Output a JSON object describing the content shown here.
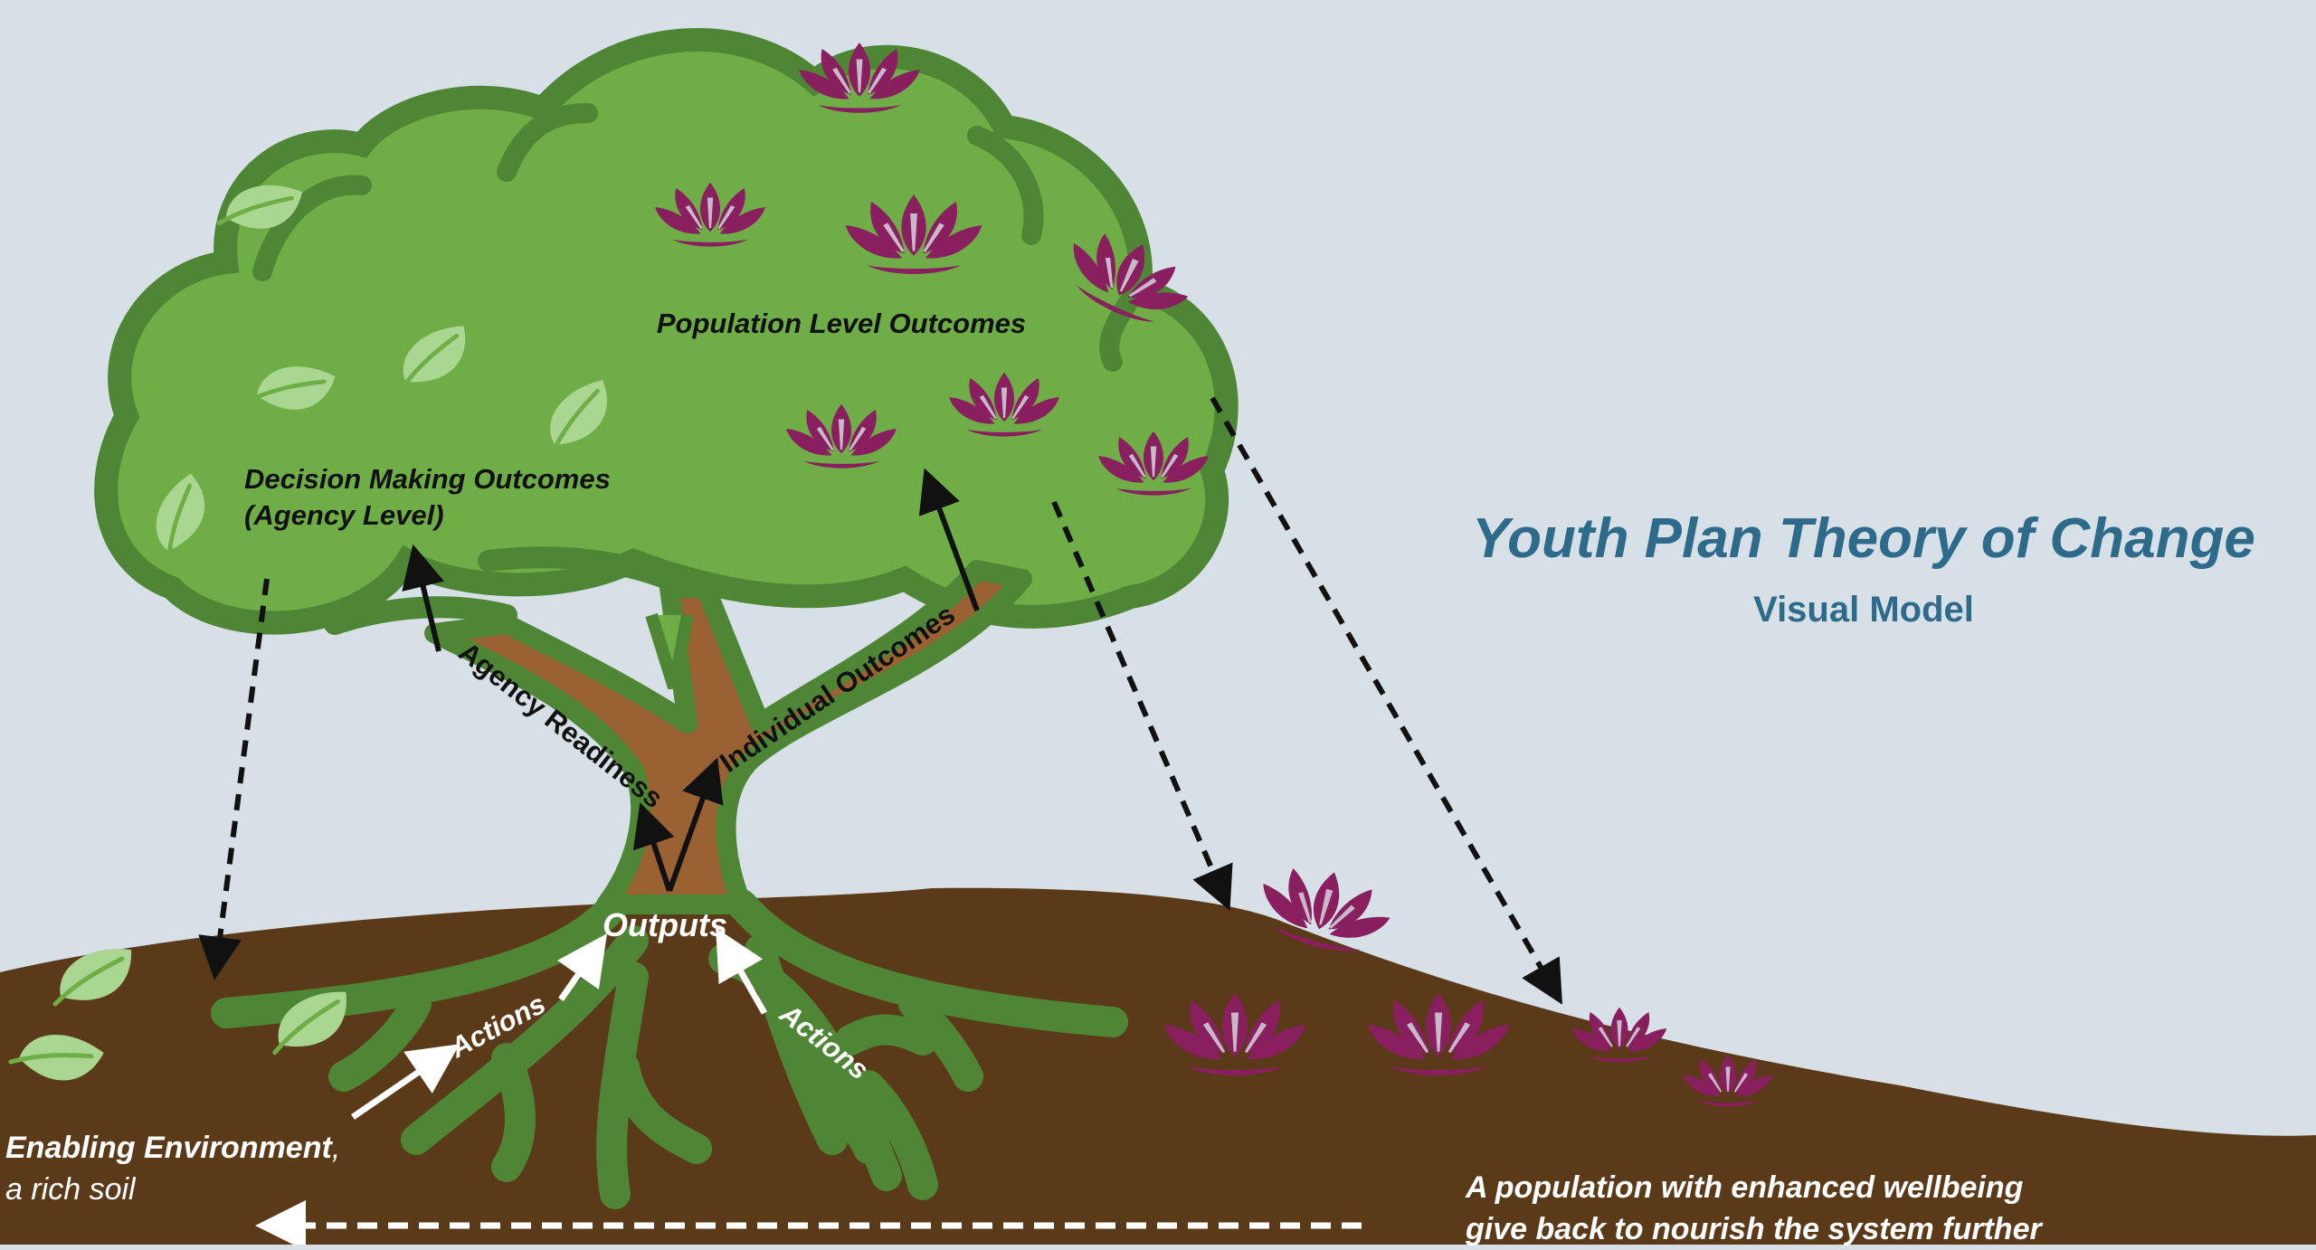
{
  "title": "Youth Plan Theory of Change",
  "subtitle": "Visual Model",
  "labels": {
    "population_outcomes": "Population Level Outcomes",
    "decision_outcomes_line1": "Decision Making Outcomes",
    "decision_outcomes_line2": "(Agency Level)",
    "agency_readiness": "Agency Readiness",
    "individual_outcomes": "Individual Outcomes",
    "outputs": "Outputs",
    "actions_left": "Actions",
    "actions_right": "Actions",
    "enabling_env_bold": "Enabling Environment",
    "enabling_env_comma": ",",
    "enabling_env_rest": "a rich soil",
    "population_wellbeing_line1": "A population with enhanced wellbeing",
    "population_wellbeing_line2": "give back to nourish the system further"
  },
  "colors": {
    "sky": "#d6e0e6",
    "canopy": "#6fad47",
    "canopy_outline": "#4e8635",
    "trunk": "#9a6132",
    "soil": "#5b3a1a",
    "lotus": "#8a1f5f",
    "leaf": "#a9d690",
    "title": "#2e6a8a"
  },
  "icons": [
    "lotus-icon",
    "leaf-icon",
    "arrow-icon"
  ]
}
